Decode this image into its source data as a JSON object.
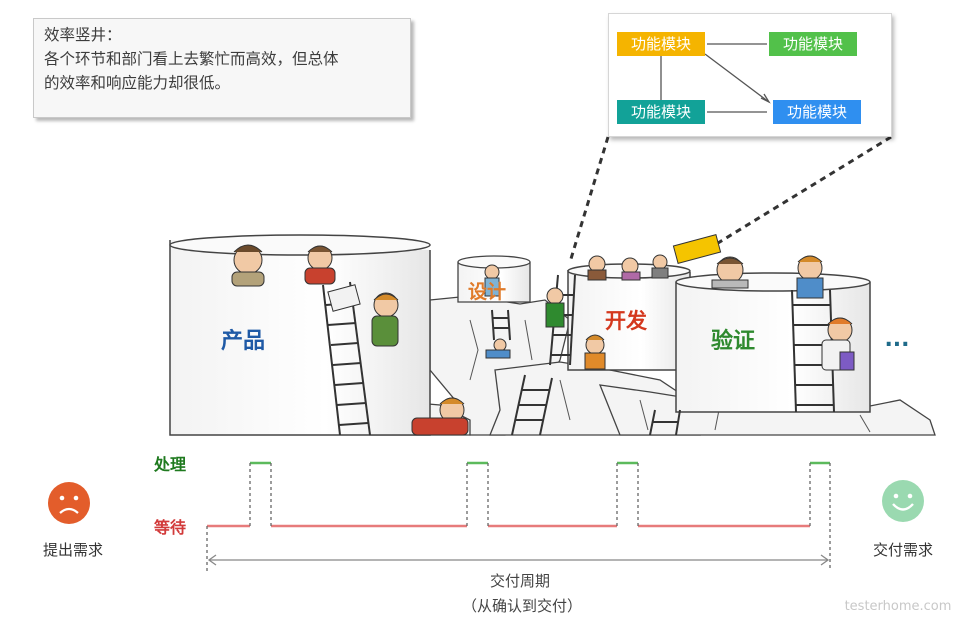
{
  "note": {
    "title": "效率竖井：",
    "line1": "各个环节和部门看上去繁忙而高效，但总体",
    "line2": "的效率和响应能力却很低。"
  },
  "callout": {
    "modules": [
      {
        "label": "功能模块",
        "color": "#f5b400"
      },
      {
        "label": "功能模块",
        "color": "#52c14a"
      },
      {
        "label": "功能模块",
        "color": "#12a298"
      },
      {
        "label": "功能模块",
        "color": "#2f8ff0"
      }
    ]
  },
  "silos": {
    "product": {
      "label": "产品",
      "color": "#1f5aa6"
    },
    "design": {
      "label": "设计",
      "color": "#e07b2a"
    },
    "dev": {
      "label": "开发",
      "color": "#d4381e"
    },
    "verify": {
      "label": "验证",
      "color": "#2f8a2f"
    },
    "ellipsis": {
      "label": "...",
      "color": "#1f6b8a"
    }
  },
  "timeline": {
    "processing_label": "处理",
    "waiting_label": "等待",
    "processing_color": "#1f7a1f",
    "waiting_color": "#d23a3a",
    "start_label": "提出需求",
    "end_label": "交付需求",
    "cycle_label": "交付周期",
    "cycle_sub": "（从确认到交付）",
    "sad_color": "#e35d2b",
    "happy_color": "#9ad9b0"
  },
  "watermark": "testerhome.com"
}
